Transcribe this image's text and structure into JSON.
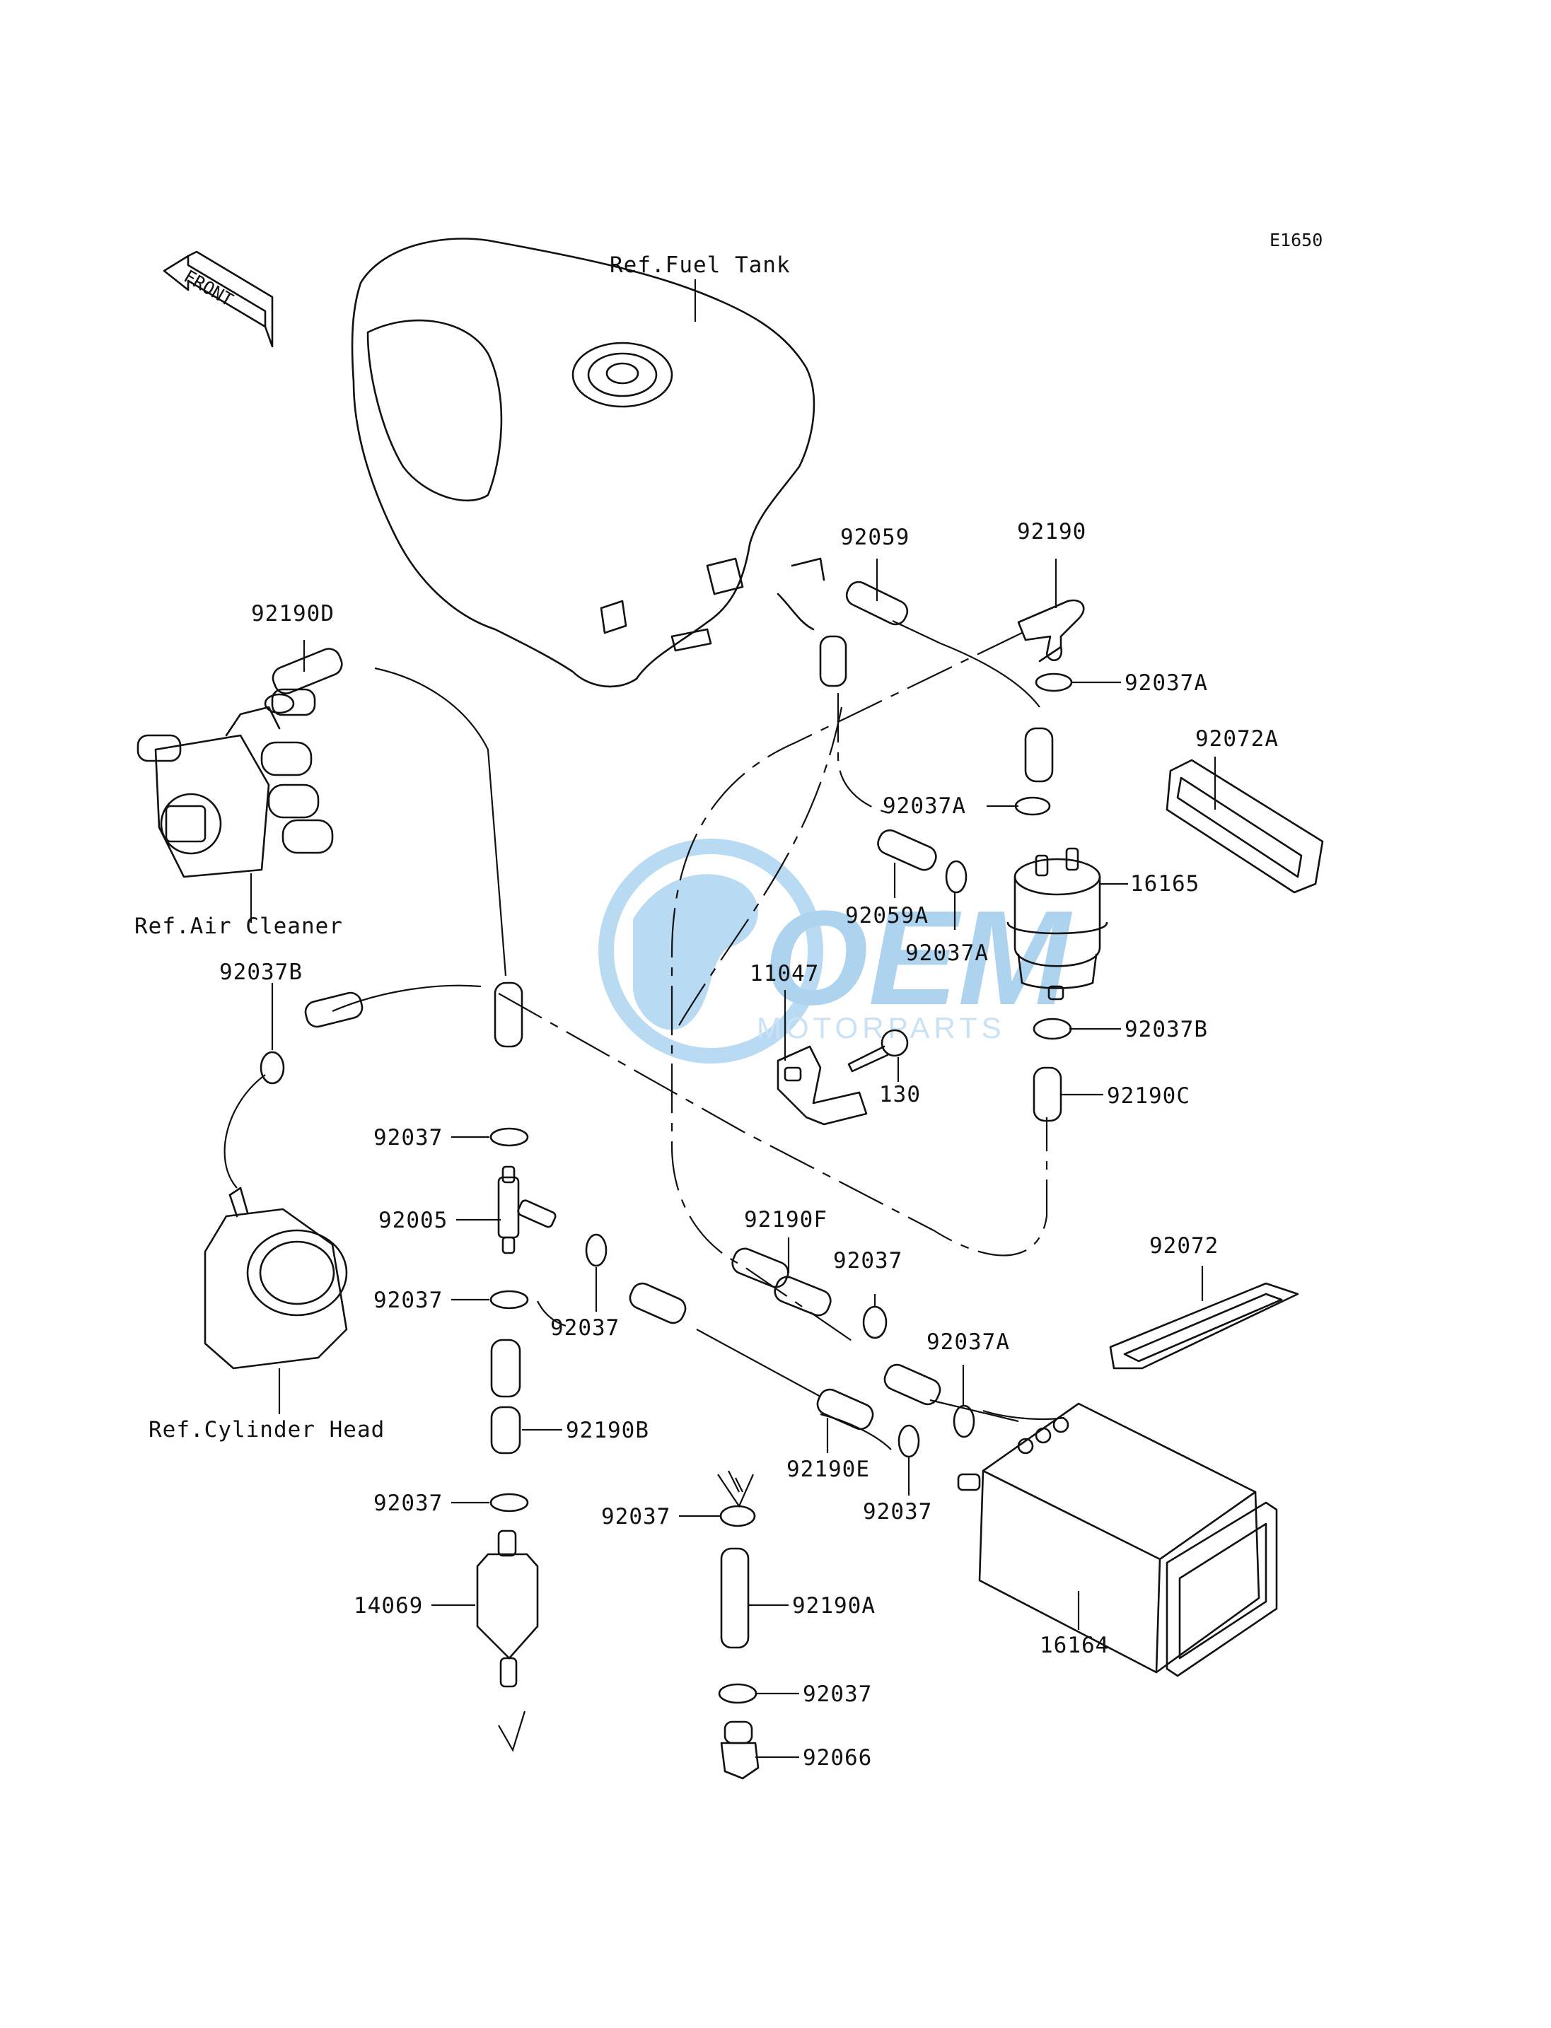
{
  "diagram": {
    "code": "E1650",
    "front_arrow_label": "FRONT",
    "references": {
      "fuel_tank": "Ref.Fuel Tank",
      "air_cleaner": "Ref.Air Cleaner",
      "cylinder_head": "Ref.Cylinder Head"
    },
    "watermark": {
      "brand": "OEM",
      "sub": "MOTORPARTS",
      "color": "#5aa6e0"
    },
    "part_labels": {
      "p92059": "92059",
      "p92190": "92190",
      "p92190D": "92190D",
      "p92037A_top": "92037A",
      "p92072A": "92072A",
      "p92037A_mid": "92037A",
      "p16165": "16165",
      "p92059A": "92059A",
      "p92037A_low": "92037A",
      "p11047": "11047",
      "p92037B_left": "92037B",
      "p92037B_right": "92037B",
      "p130": "130",
      "p92190C": "92190C",
      "p92037_a": "92037",
      "p92005": "92005",
      "p92037_b": "92037",
      "p92037_c": "92037",
      "p92190F": "92190F",
      "p92037_d": "92037",
      "p92072": "92072",
      "p92037A_canister": "92037A",
      "p92190B": "92190B",
      "p92190E": "92190E",
      "p92037_e": "92037",
      "p92037_f": "92037",
      "p92037_g": "92037",
      "p14069": "14069",
      "p92190A": "92190A",
      "p16164": "16164",
      "p92037_h": "92037",
      "p92066": "92066"
    }
  }
}
